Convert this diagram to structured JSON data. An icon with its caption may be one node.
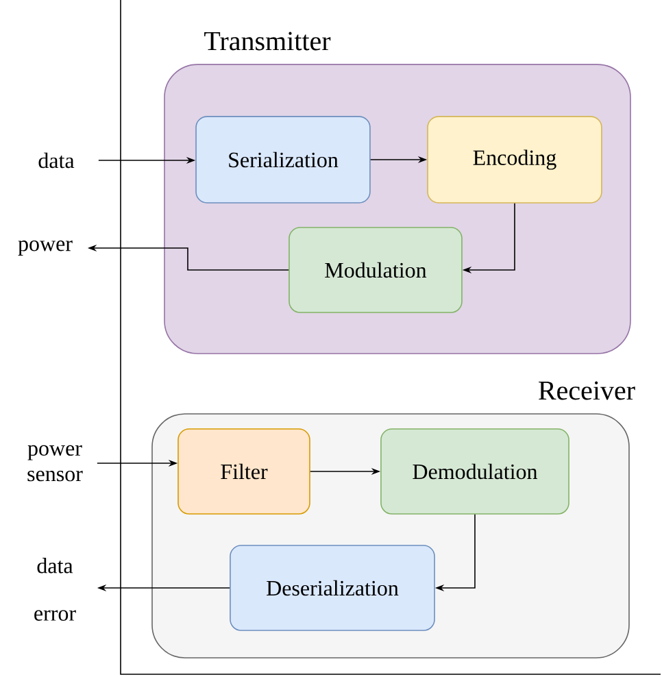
{
  "diagram": {
    "nodes": [
      {
        "text": [
          "Transmitter"
        ]
      },
      {
        "text": [
          "Serialization"
        ],
        "in": 0
      },
      {
        "text": [
          "Encoding"
        ],
        "in": 0
      },
      {
        "text": [
          "Modulation"
        ],
        "in": 0
      },
      {
        "text": [
          "Receiver"
        ]
      },
      {
        "text": [
          "Filter"
        ],
        "in": 4
      },
      {
        "text": [
          "Demodulation"
        ],
        "in": 4
      },
      {
        "text": [
          "Deserialization"
        ],
        "in": 4
      },
      {
        "text": [
          "data"
        ]
      },
      {
        "text": [
          "power"
        ]
      },
      {
        "text": [
          "power sensor"
        ]
      },
      {
        "text": [
          "data",
          "error"
        ]
      }
    ],
    "edges": [
      {
        "from": 8,
        "to": 1,
        "arrow": "to"
      },
      {
        "from": 1,
        "to": 2,
        "arrow": "to"
      },
      {
        "from": 2,
        "to": 3,
        "arrow": "to"
      },
      {
        "from": 3,
        "to": 9,
        "arrow": "to"
      },
      {
        "from": 10,
        "to": 5,
        "arrow": "to"
      },
      {
        "from": 5,
        "to": 6,
        "arrow": "to"
      },
      {
        "from": 6,
        "to": 7,
        "arrow": "to"
      },
      {
        "from": 7,
        "to": 11,
        "arrow": "to"
      }
    ]
  }
}
